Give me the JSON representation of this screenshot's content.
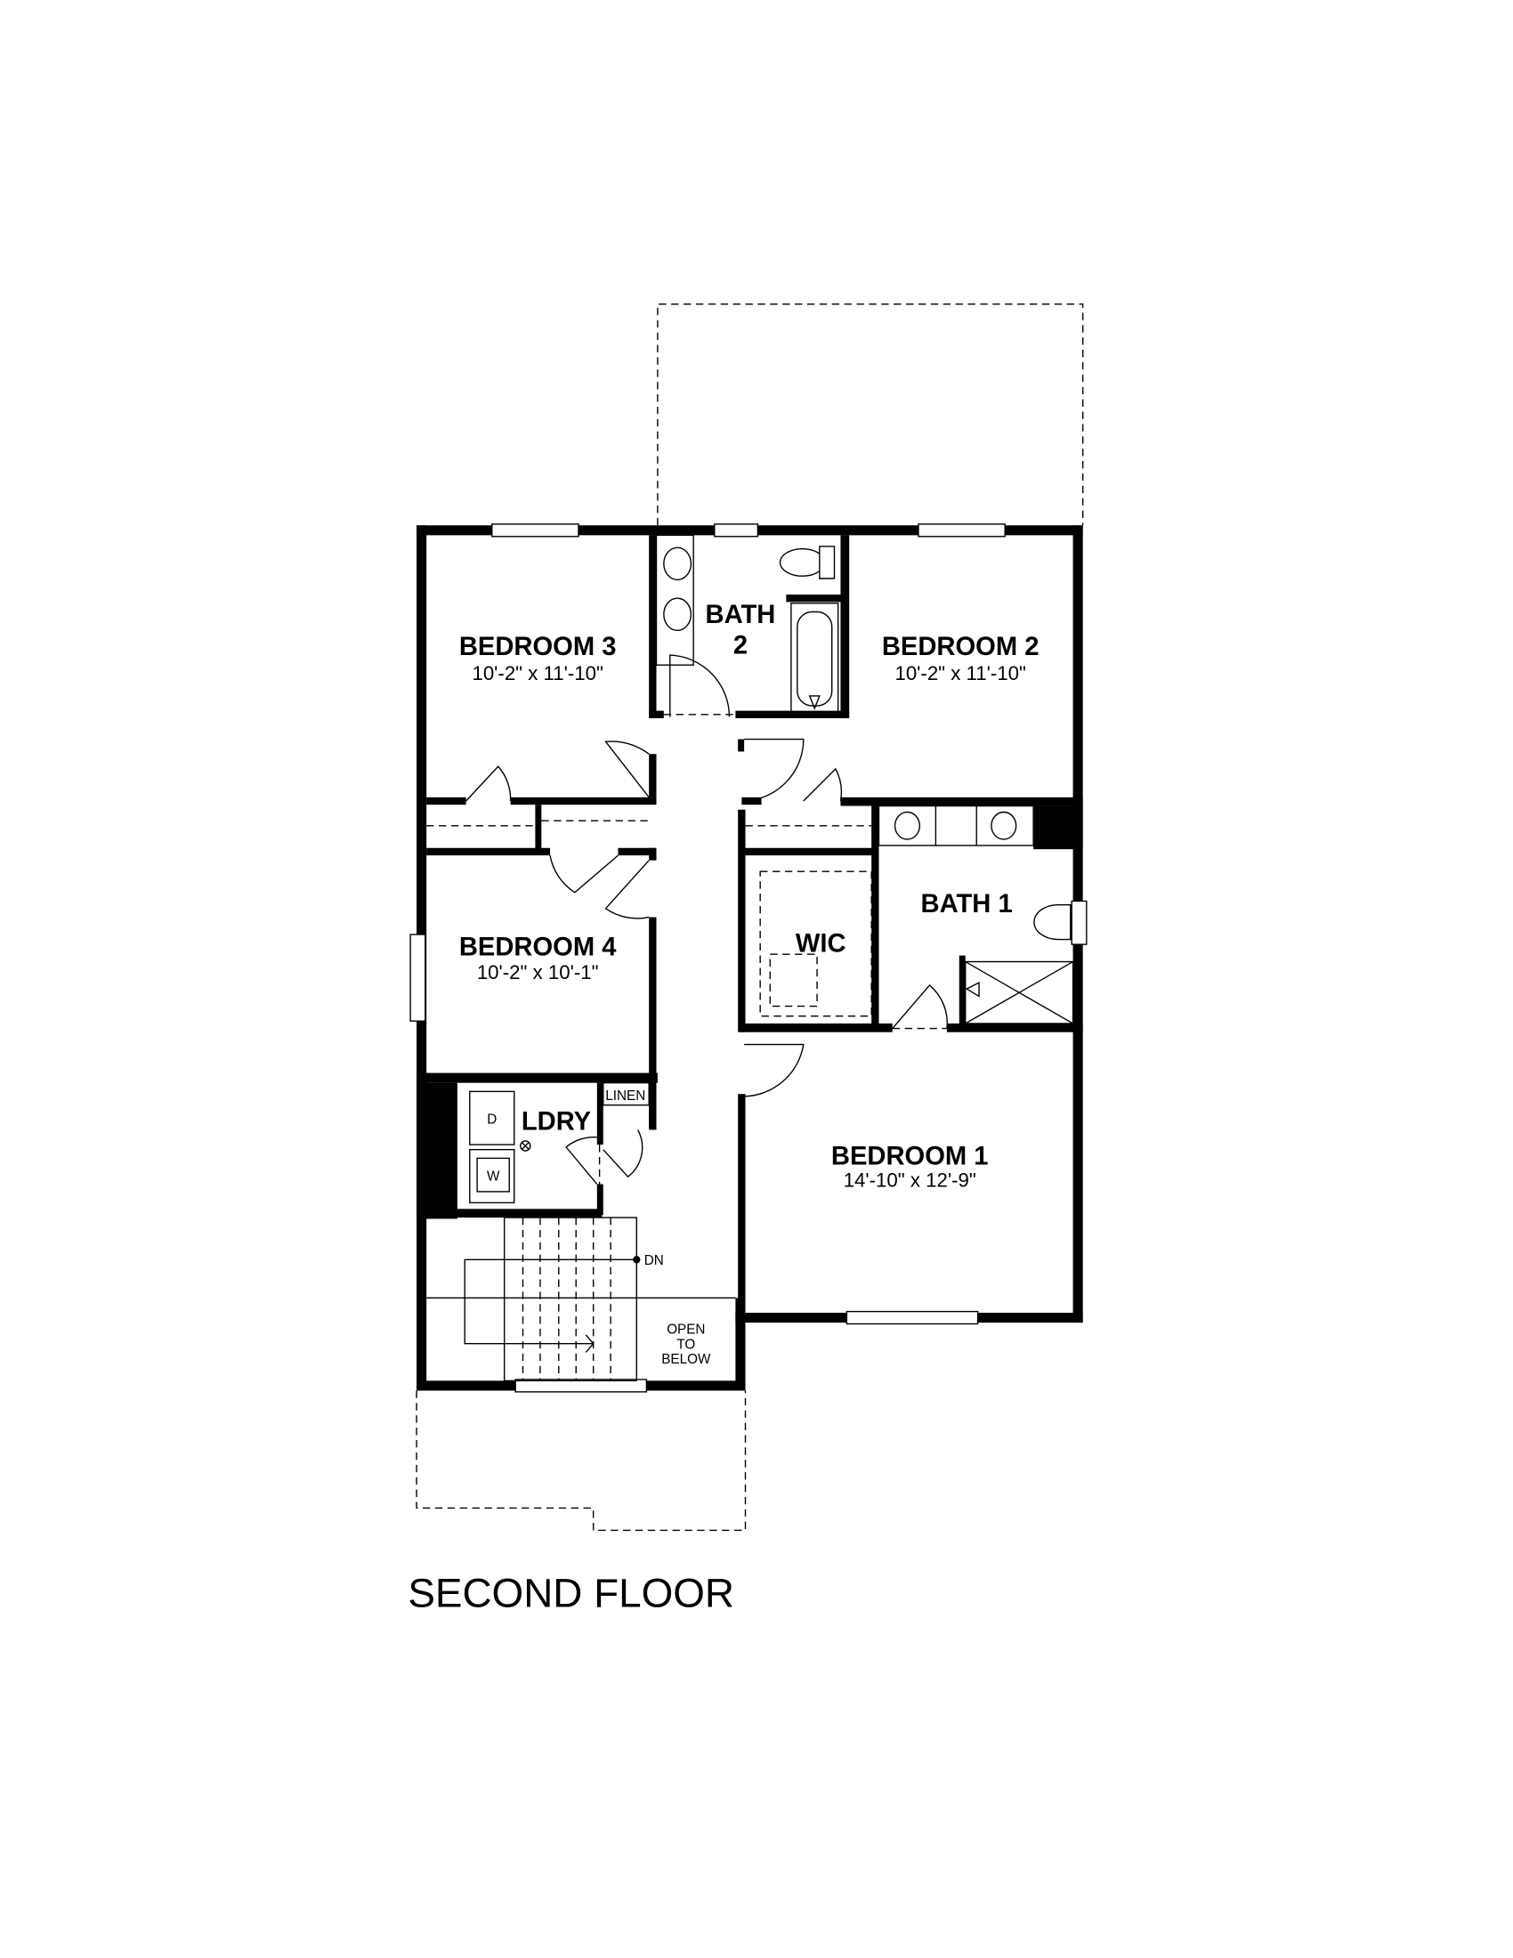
{
  "title": "SECOND FLOOR",
  "rooms": {
    "bedroom3": {
      "name": "BEDROOM 3",
      "dims": "10'-2\" x 11'-10\""
    },
    "bath2": {
      "name_line1": "BATH",
      "name_line2": "2"
    },
    "bedroom2": {
      "name": "BEDROOM 2",
      "dims": "10'-2\" x 11'-10\""
    },
    "bath1": {
      "name": "BATH 1"
    },
    "wic": {
      "name": "WIC"
    },
    "bedroom4": {
      "name": "BEDROOM 4",
      "dims": "10'-2\" x 10'-1\""
    },
    "laundry": {
      "name": "LDRY",
      "dryer": "D",
      "washer": "W"
    },
    "linen": {
      "name": "LINEN"
    },
    "bedroom1": {
      "name": "BEDROOM 1",
      "dims": "14'-10\" x 12'-9\""
    }
  },
  "stairs": {
    "direction": "DN"
  },
  "open_to_below": {
    "line1": "OPEN",
    "line2": "TO",
    "line3": "BELOW"
  }
}
